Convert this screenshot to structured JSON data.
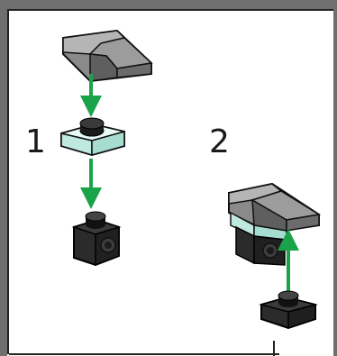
{
  "steps": [
    {
      "number": "1"
    },
    {
      "number": "2"
    }
  ],
  "colors": {
    "frame": "#6f6f6f",
    "arrow": "#1aa34a",
    "dark_brick": "#2b2b2b",
    "grey_slope": "#7a7a7a",
    "trans_clear": "#c9eee6"
  },
  "parts": [
    {
      "name": "grey-slope-brick"
    },
    {
      "name": "trans-clear-plate"
    },
    {
      "name": "black-camera-brick"
    },
    {
      "name": "black-plate"
    }
  ]
}
